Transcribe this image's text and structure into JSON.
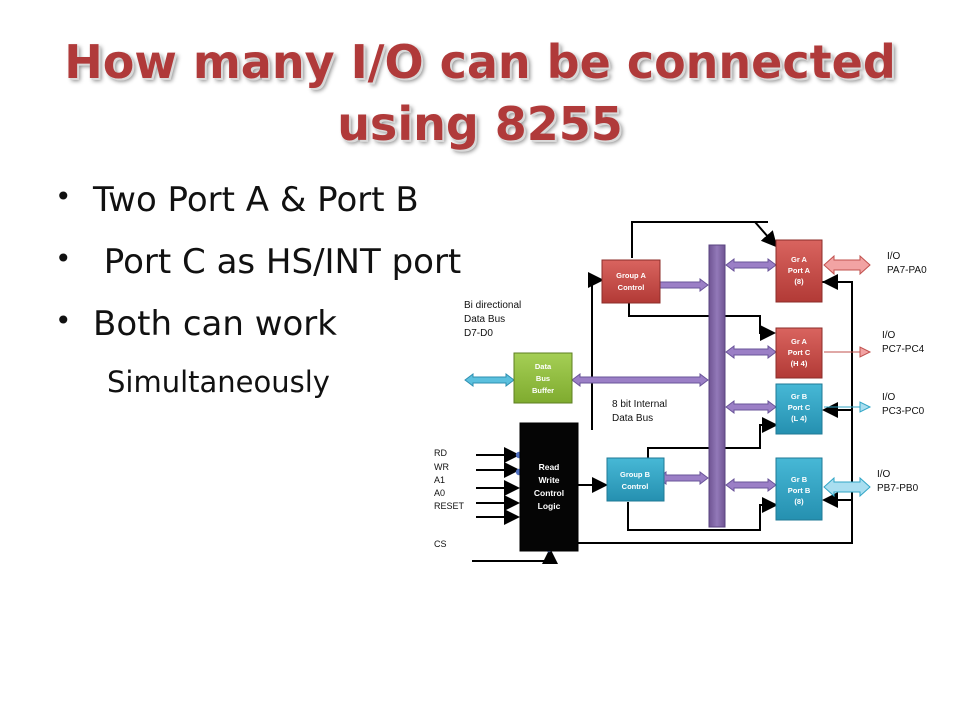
{
  "title": {
    "line1": "How many I/O can be connected",
    "line2": "using 8255"
  },
  "bullets": [
    "Two Port A & Port B",
    " Port C as HS/INT port",
    "Both can work",
    "Simultaneously"
  ],
  "diagram": {
    "bidirectional_bus": [
      "Bi directional",
      "Data Bus",
      "D7-D0"
    ],
    "internal_bus": [
      "8 bit Internal",
      "Data Bus"
    ],
    "data_bus_buffer": [
      "Data",
      "Bus",
      "Buffer"
    ],
    "read_write_logic": [
      "Read",
      "Write",
      "Control",
      "Logic"
    ],
    "group_a_control": [
      "Group A",
      "Control"
    ],
    "group_b_control": [
      "Group B",
      "Control"
    ],
    "gr_a_port_a": [
      "Gr A",
      "Port A",
      "(8)"
    ],
    "gr_a_port_c": [
      "Gr A",
      "Port C",
      "(H 4)"
    ],
    "gr_b_port_c": [
      "Gr B",
      "Port C",
      "(L 4)"
    ],
    "gr_b_port_b": [
      "Gr B",
      "Port B",
      "(8)"
    ],
    "control_inputs": [
      "RD",
      "WR",
      "A1",
      "A0",
      "RESET"
    ],
    "cs_input": "CS",
    "io_labels": [
      [
        "I/O",
        "PA7-PA0"
      ],
      [
        "I/O",
        "PC7-PC4"
      ],
      [
        "I/O",
        "PC3-PC0"
      ],
      [
        "I/O",
        "PB7-PB0"
      ]
    ],
    "colors": {
      "group_control": "#c0504d",
      "port_red": "#c0504d",
      "port_blue": "#31a6c6",
      "buffer_green": "#8fbc3c",
      "rw_logic": "#000000",
      "internal_bus": "#8064a2",
      "bus_arrow": "#9b7fc6",
      "bi_dir_arrow": "#5bc0de",
      "io_red_arrow": "#f2a3a3",
      "io_blue_arrow": "#a9def0"
    }
  }
}
